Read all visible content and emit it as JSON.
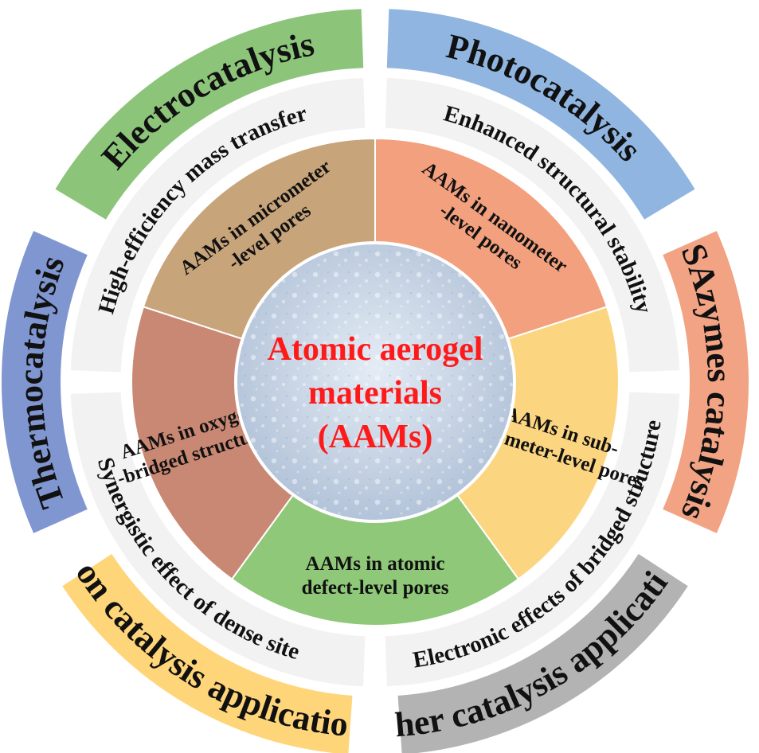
{
  "center": {
    "title_lines": [
      "Atomic aerogel",
      "materials",
      "(AAMs)"
    ]
  },
  "outer_ring": [
    {
      "label": "Electrocatalysis",
      "color": "#8cc47a"
    },
    {
      "label": "Photocatalysis",
      "color": "#8fb5e0"
    },
    {
      "label": "SAzymes catalysis",
      "color": "#f2a384"
    },
    {
      "label": "Other catalysis applications",
      "color": "#b3b3b3"
    },
    {
      "label": "Non catalysis applications",
      "color": "#ffd57a"
    },
    {
      "label": "Thermocatalysis",
      "color": "#8096d0"
    }
  ],
  "middle_ring": [
    {
      "label": "High-efficiency mass transfer"
    },
    {
      "label": "Enhanced structural stability"
    },
    {
      "label": "Electronic effects of bridged structure"
    },
    {
      "label": "Synergistic effect of dense site"
    }
  ],
  "inner_ring": [
    {
      "lines": [
        "AAMs in micrometer",
        "-level pores"
      ],
      "color": "#c8a47a"
    },
    {
      "lines": [
        "AAMs in nanometer",
        "-level pores"
      ],
      "color": "#f3a07e"
    },
    {
      "lines": [
        "AAMs in sub-",
        "nanometer-level pores"
      ],
      "color": "#fcd581"
    },
    {
      "lines": [
        "AAMs in atomic",
        "defect-level pores"
      ],
      "color": "#8ec878"
    },
    {
      "lines": [
        "AAMs in oxygen",
        "-bridged structures"
      ],
      "color": "#c98873"
    }
  ],
  "colors": {
    "middle_ring": "#f2f2f2",
    "center_fill": "#c9d6e6"
  }
}
